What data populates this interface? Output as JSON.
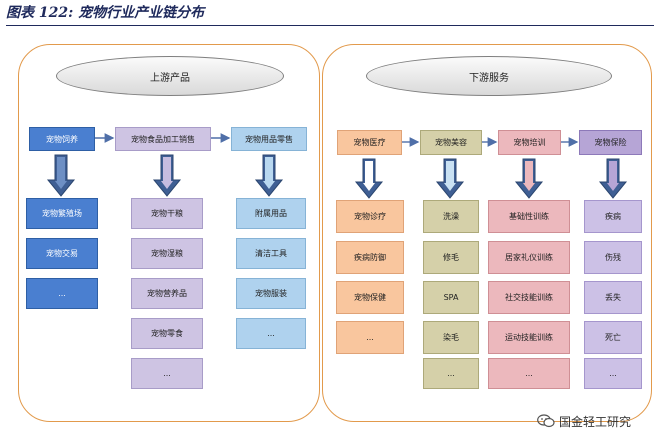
{
  "figure": {
    "title": "图表 122:  宠物行业产业链分布"
  },
  "left_panel": {
    "header": "上游产品"
  },
  "right_panel": {
    "header": "下游服务"
  },
  "upstream": {
    "feeding": {
      "title": "宠物饲养",
      "items": [
        "宠物繁殖场",
        "宠物交易",
        "..."
      ]
    },
    "food": {
      "title": "宠物食品加工销售",
      "items": [
        "宠物干粮",
        "宠物湿粮",
        "宠物营养品",
        "宠物零食",
        "..."
      ]
    },
    "supplies": {
      "title": "宠物用品零售",
      "items": [
        "附属用品",
        "清洁工具",
        "宠物服装",
        "..."
      ]
    }
  },
  "downstream": {
    "medical": {
      "title": "宠物医疗",
      "items": [
        "宠物诊疗",
        "疾病防御",
        "宠物保健",
        "..."
      ]
    },
    "beauty": {
      "title": "宠物美容",
      "items": [
        "洗澡",
        "修毛",
        "SPA",
        "染毛",
        "..."
      ]
    },
    "training": {
      "title": "宠物培训",
      "items": [
        "基础性训练",
        "居家礼仪训练",
        "社交技能训练",
        "运动技能训练",
        "..."
      ]
    },
    "insurance": {
      "title": "宠物保险",
      "items": [
        "疾病",
        "伤残",
        "丢失",
        "死亡",
        "..."
      ]
    }
  },
  "watermark": {
    "text": "国金轻工研究"
  },
  "colors": {
    "feeding": "#4a7fd0",
    "food": "#cec4e3",
    "supplies": "#afd2ee",
    "medical": "#f9c69e",
    "beauty": "#d5d0a9",
    "training": "#ecb8bd",
    "insurance": "#b6a5d6",
    "panel_border": "#e29a4c"
  }
}
